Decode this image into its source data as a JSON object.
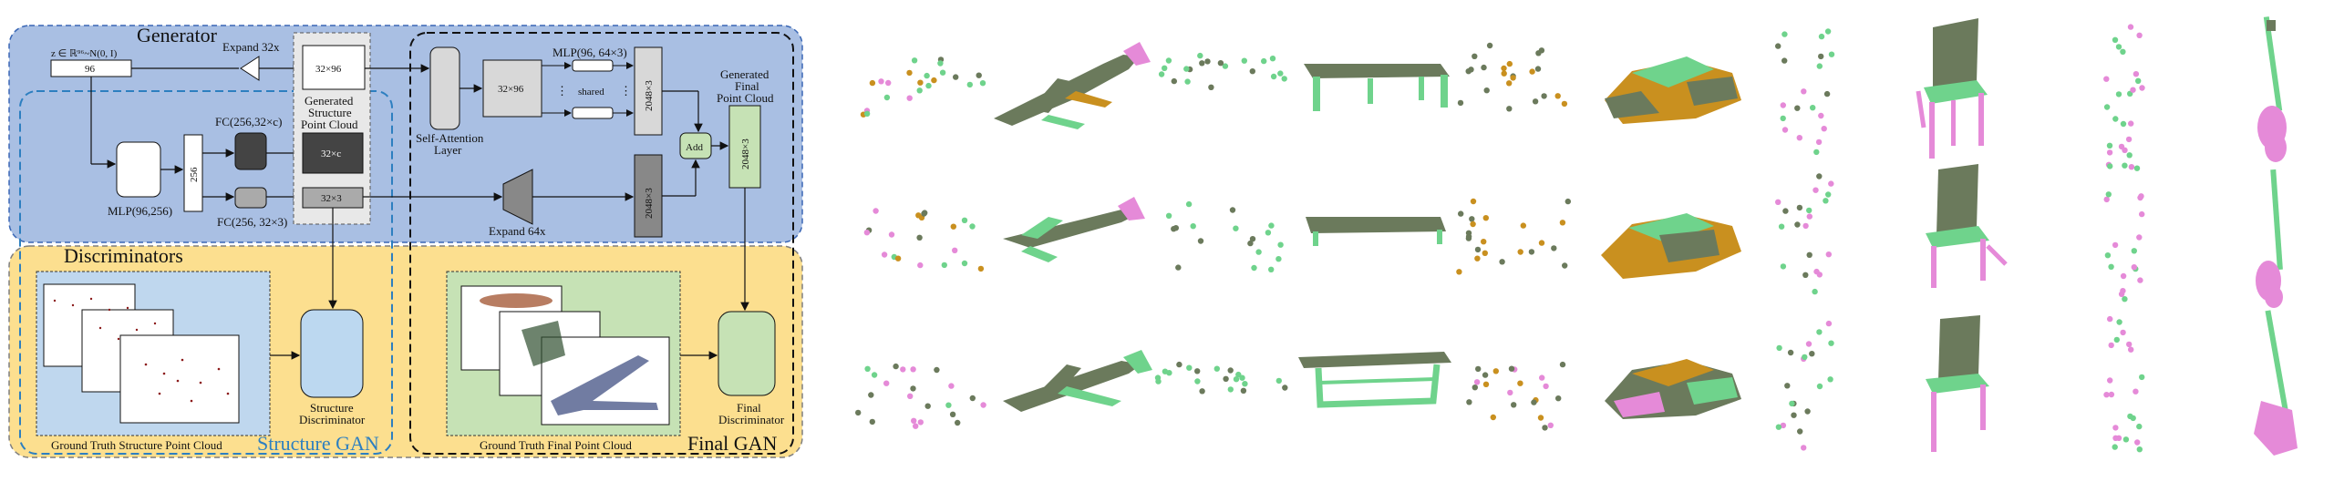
{
  "diagram": {
    "generator_title": "Generator",
    "discriminators_title": "Discriminators",
    "structure_gan_label": "Structure GAN",
    "final_gan_label": "Final GAN",
    "z_label": "z ∈ ℝ⁹⁶~N(0, I)",
    "z_dim": "96",
    "expand32": "Expand 32x",
    "box_32x96": "32×96",
    "gen_structure_label_1": "Generated",
    "gen_structure_label_2": "Structure",
    "gen_structure_label_3": "Point Cloud",
    "fc_c": "FC(256,32×c)",
    "fc_3": "FC(256, 32×3)",
    "mlp_96_256": "MLP(96,256)",
    "dim_256": "256",
    "box_32xc": "32×c",
    "box_32x3": "32×3",
    "self_attention_1": "Self-Attention",
    "self_attention_2": "Layer",
    "box_32x96_b": "32×96",
    "mlp_96_64x3": "MLP(96, 64×3)",
    "shared": "shared",
    "box_2048x3_top": "2048×3",
    "add": "Add",
    "gen_final_label_1": "Generated",
    "gen_final_label_2": "Final",
    "gen_final_label_3": "Point Cloud",
    "box_2048x3_final": "2048×3",
    "box_2048x3_expand": "2048×3",
    "expand64": "Expand 64x",
    "gt_structure_label": "Ground Truth Structure Point Cloud",
    "structure_disc_1": "Structure",
    "structure_disc_2": "Discriminator",
    "gt_final_label": "Ground Truth Final Point Cloud",
    "final_disc_1": "Final",
    "final_disc_2": "Discriminator"
  },
  "colors": {
    "generator_bg": "#a9bfe3",
    "discriminator_bg": "#fcdf8f",
    "structure_panel": "#bfd7ee",
    "final_panel": "#c6e2b5",
    "disc_structure": "#bcd8f0",
    "disc_final": "#c6e2b5",
    "green_points": "#6fd38c",
    "olive_points": "#6b7a5c",
    "pink_points": "#e58ad8",
    "orange_points": "#c9901f"
  },
  "gallery": {
    "rows": 3,
    "object_icons": [
      "airplane-icon",
      "table-icon",
      "car-icon",
      "chair-icon",
      "guitar-icon"
    ]
  }
}
